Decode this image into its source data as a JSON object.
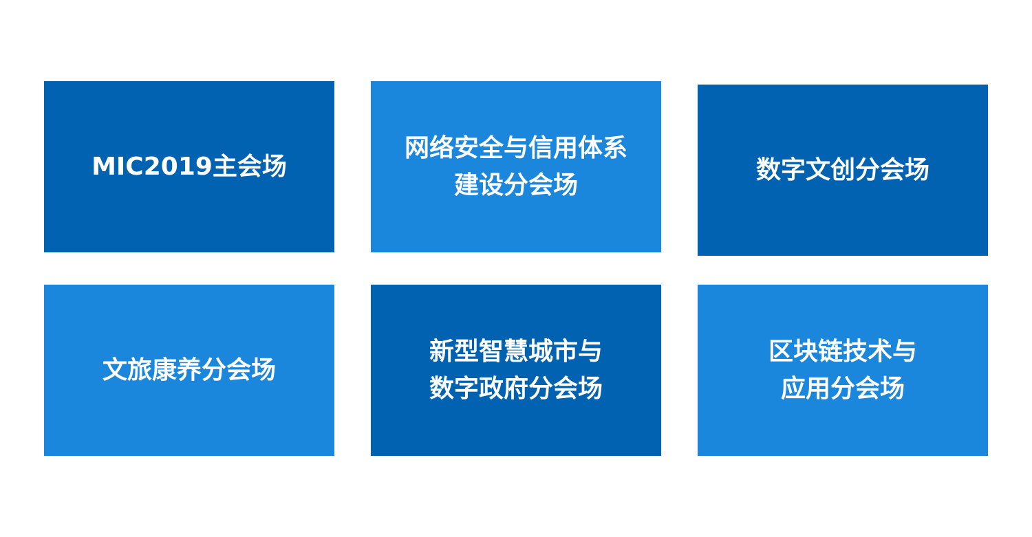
{
  "colors": {
    "dark_tile": "#0062b1",
    "light_tile": "#1a86dc",
    "text": "#ffffff",
    "background": "#ffffff"
  },
  "tiles": [
    {
      "label": "MIC2019主会场"
    },
    {
      "label": "网络安全与信用体系\n建设分会场"
    },
    {
      "label": "数字文创分会场"
    },
    {
      "label": "文旅康养分会场"
    },
    {
      "label": "新型智慧城市与\n数字政府分会场"
    },
    {
      "label": "区块链技术与\n应用分会场"
    }
  ]
}
